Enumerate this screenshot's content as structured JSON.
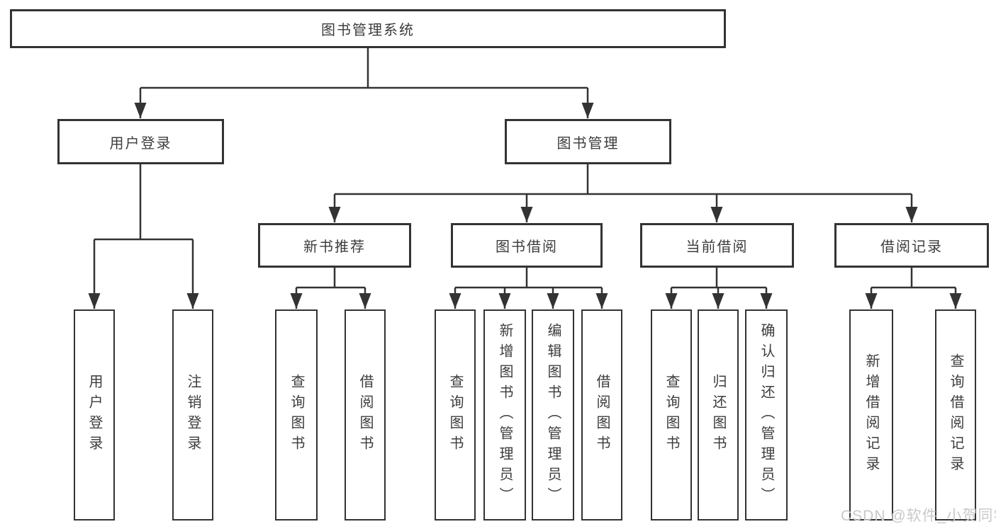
{
  "colors": {
    "line": "#333333",
    "box_border": "#333333",
    "text": "#3c3c3c",
    "background": "#ffffff",
    "watermark": "#c9c9c9"
  },
  "watermark": {
    "text": "CSDN @软件_小贺同学"
  },
  "diagram": {
    "root": {
      "label": "图书管理系统"
    },
    "user_login": {
      "label": "用户登录",
      "children": [
        {
          "label": "用户登录"
        },
        {
          "label": "注销登录"
        }
      ]
    },
    "book_mgmt": {
      "label": "图书管理",
      "sections": [
        {
          "label": "新书推荐",
          "children": [
            {
              "label": "查询图书"
            },
            {
              "label": "借阅图书"
            }
          ]
        },
        {
          "label": "图书借阅",
          "children": [
            {
              "label": "查询图书"
            },
            {
              "label": "新增图书（管理员）"
            },
            {
              "label": "编辑图书（管理员）"
            },
            {
              "label": "借阅图书"
            }
          ]
        },
        {
          "label": "当前借阅",
          "children": [
            {
              "label": "查询图书"
            },
            {
              "label": "归还图书"
            },
            {
              "label": "确认归还（管理员）"
            }
          ]
        },
        {
          "label": "借阅记录",
          "children": [
            {
              "label": "新增借阅记录"
            },
            {
              "label": "查询借阅记录"
            }
          ]
        }
      ]
    }
  }
}
